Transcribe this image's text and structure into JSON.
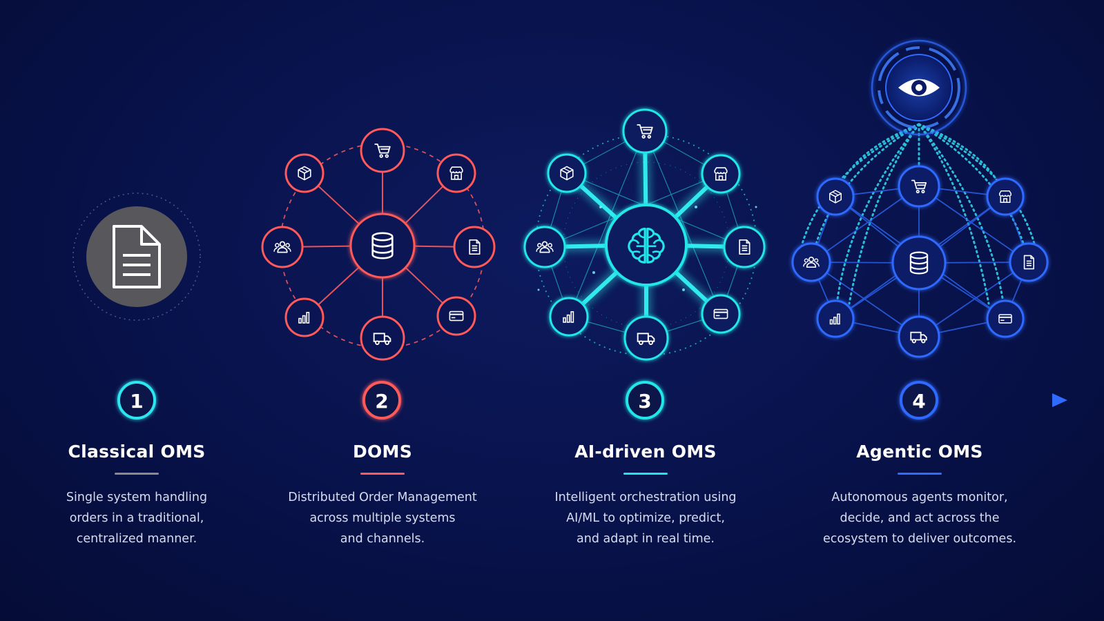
{
  "colors": {
    "background": "#08124a",
    "classical": "#8a8a8a",
    "doms": "#ff5a5a",
    "ai": "#21e6e8",
    "agentic": "#2f6bff",
    "timeline_start": "#2ee6f0",
    "timeline_end": "#2f6bff"
  },
  "stages": [
    {
      "number": "1",
      "title": "Classical OMS",
      "description": [
        "Single system handling",
        "orders in a traditional,",
        "centralized manner."
      ],
      "hub_icon": "document-icon",
      "accent": "#8a8a8a"
    },
    {
      "number": "2",
      "title": "DOMS",
      "description": [
        "Distributed Order Management",
        "across multiple systems",
        "and channels."
      ],
      "hub_icon": "database-icon",
      "accent": "#ff5a5a"
    },
    {
      "number": "3",
      "title": "AI-driven OMS",
      "description": [
        "Intelligent orchestration using",
        "AI/ML to optimize, predict,",
        "and adapt in real time."
      ],
      "hub_icon": "brain-icon",
      "accent": "#21e6e8"
    },
    {
      "number": "4",
      "title": "Agentic OMS",
      "description": [
        "Autonomous agents monitor,",
        "decide, and act across the",
        "ecosystem to deliver outcomes."
      ],
      "hub_icon": "database-icon",
      "top_icon": "eye-icon",
      "accent": "#2f6bff"
    }
  ],
  "satellite_icons": [
    "cart-icon",
    "store-icon",
    "document-icon",
    "card-icon",
    "truck-icon",
    "chart-icon",
    "users-icon",
    "box-icon"
  ]
}
